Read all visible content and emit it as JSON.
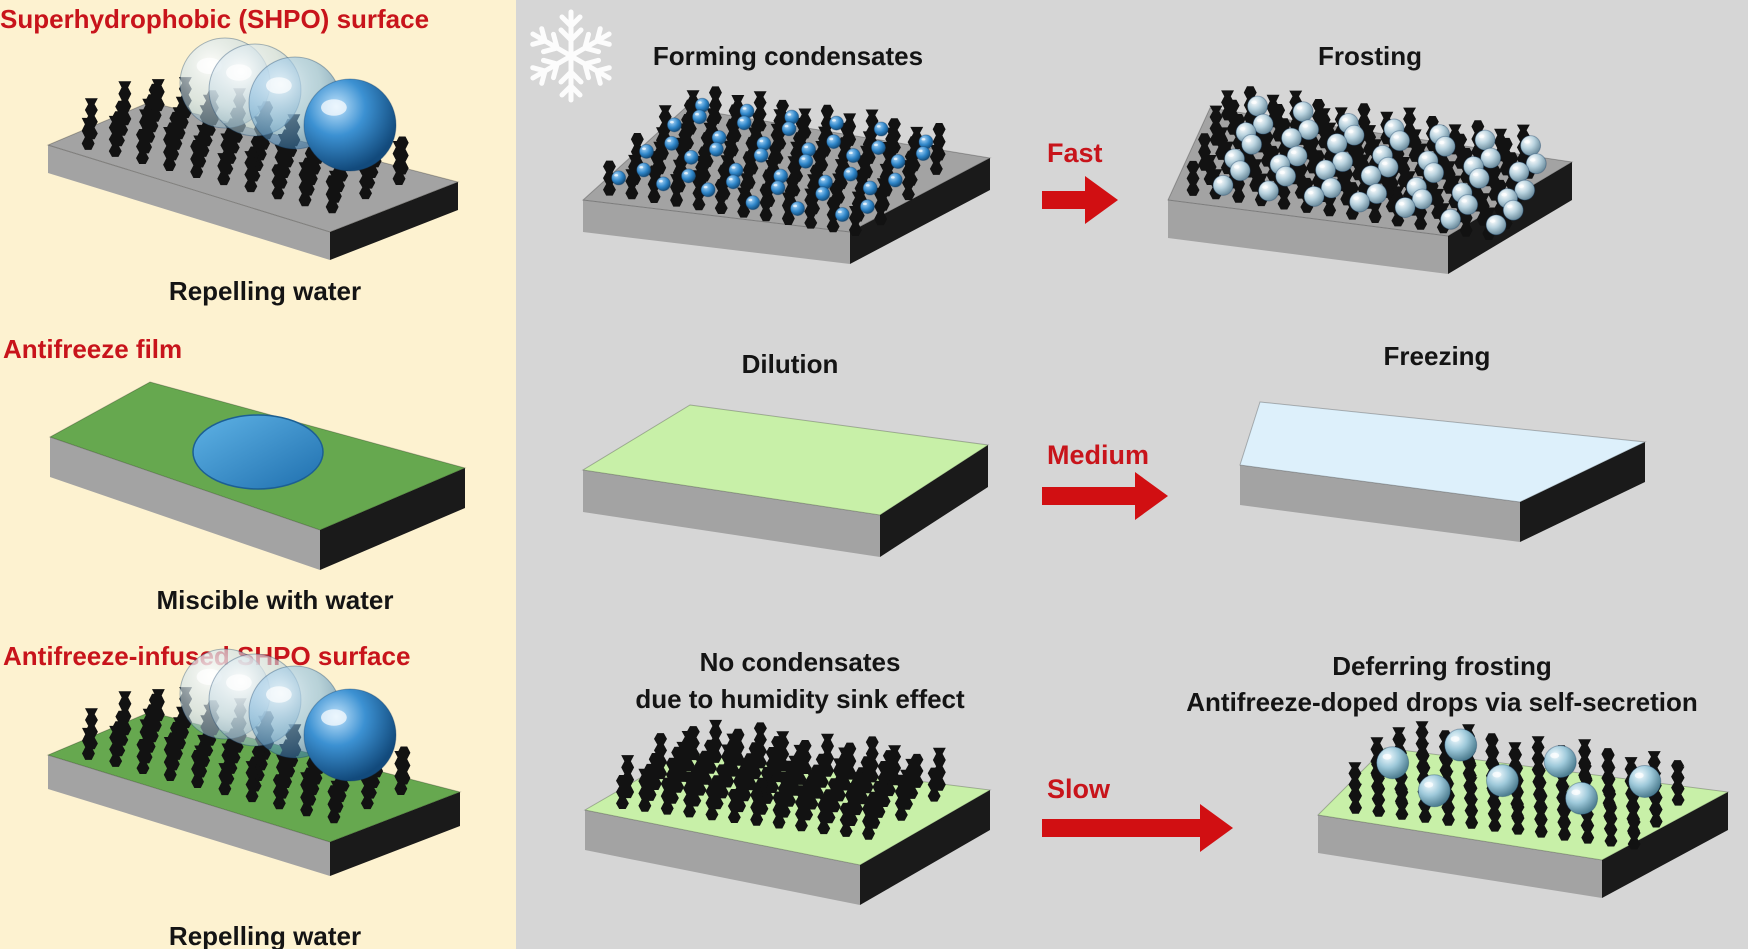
{
  "left_panel": {
    "rows": [
      {
        "title": "Superhydrophobic (SHPO) surface",
        "caption": "Repelling water"
      },
      {
        "title": "Antifreeze film",
        "caption": "Miscible with water"
      },
      {
        "title": "Antifreeze-infused SHPO surface",
        "caption": "Repelling water"
      }
    ]
  },
  "process": {
    "icon": "snowflake-icon",
    "rows": [
      {
        "start_label": [
          "Forming condensates"
        ],
        "speed": "Fast",
        "end_label": [
          "Frosting"
        ]
      },
      {
        "start_label": [
          "Dilution"
        ],
        "speed": "Medium",
        "end_label": [
          "Freezing"
        ]
      },
      {
        "start_label": [
          "No condensates",
          "due to humidity sink effect"
        ],
        "speed": "Slow",
        "end_label": [
          "Deferring frosting",
          "Antifreeze-doped drops via self-secretion"
        ]
      }
    ]
  },
  "colors": {
    "left_background": "#fdf2d0",
    "right_background": "#d6d6d6",
    "title_red": "#c8141b",
    "arrow_red": "#d10f12",
    "substrate_gray": "#a3a3a3",
    "substrate_side": "#1a1a1a",
    "antifreeze_green": "#66a84f",
    "light_green": "#c8f0a8",
    "ice_blue": "#ddf0fb",
    "water_blue": "#2b82c4",
    "pillar_black": "#121212"
  }
}
